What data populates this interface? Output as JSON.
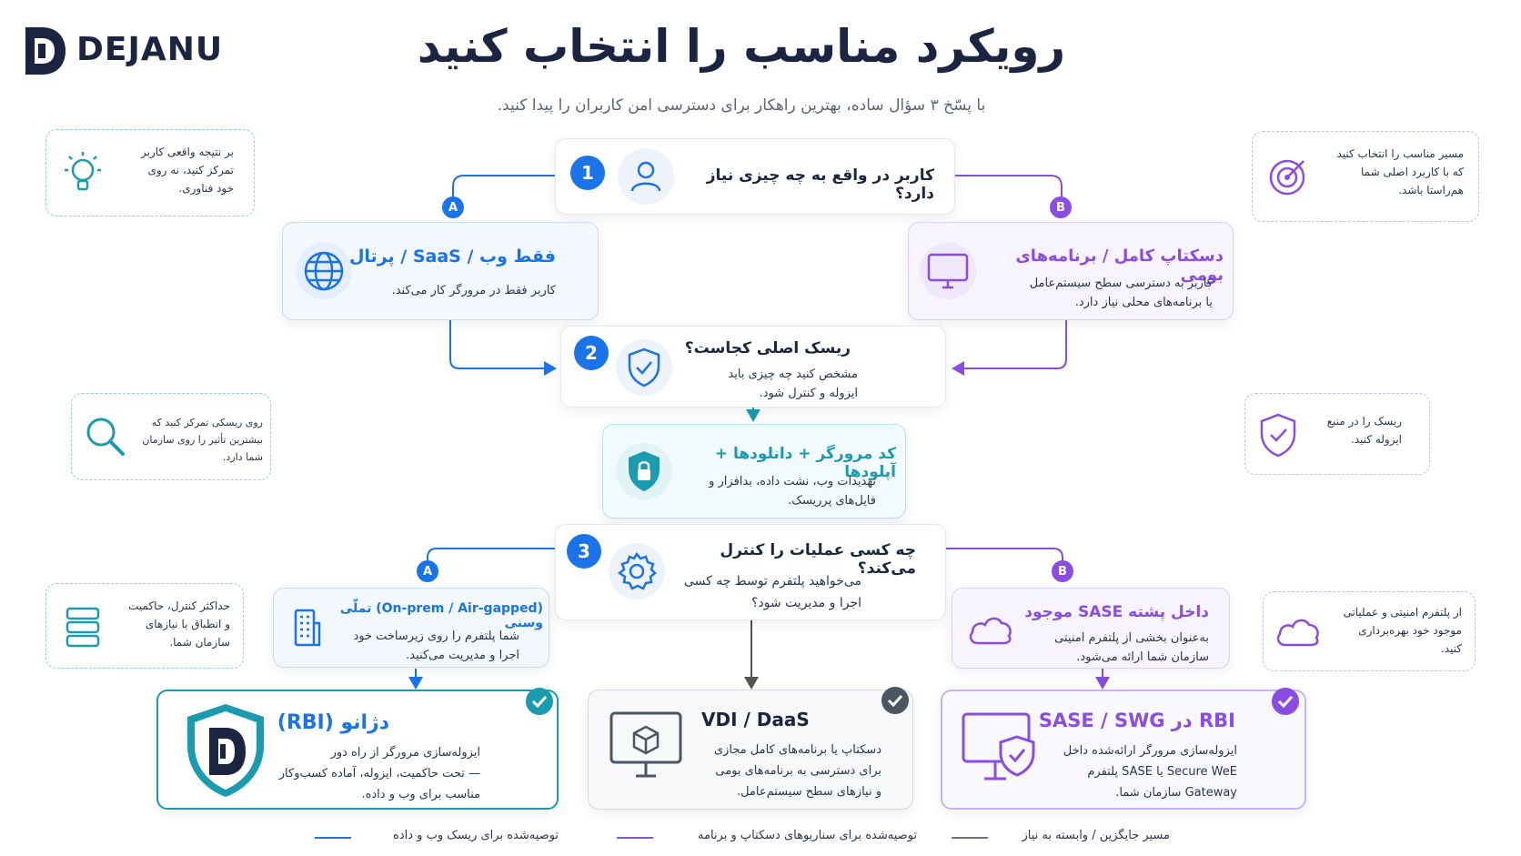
{
  "brand": {
    "name": "DEJANU"
  },
  "header": {
    "title": "رویکرد مناسب را انتخاب کنید",
    "subtitle": "با پسّخ ۳ سؤال ساده، بهترین راهکار برای دسترسی امن کاربران را پیدا کنید."
  },
  "tips": {
    "top_left": "بر نتیجه واقعی کاربر\nتمرکز کنید، نه روی\nخود فناوری.",
    "top_right": "مسیر مناسب را انتخاب کنید\nکه با کاربرد اصلی شما\nهم‌راستا باشد.",
    "mid_left": "روی ریسکی تمرکز کنید که\nبیشترین تأثیر را روی سازمان\nشما دارد.",
    "mid_right": "ریسک را در منبع\nایزوله کنید.",
    "bottom_left": "حداکثر کنترل، حاکمیت\nو انطباق با نیازهای\nسازمان شما.",
    "bottom_right": "از پلتفرم امنیتی و عملیاتی\nموجود خود بهره‌برداری\nکنید."
  },
  "questions": [
    {
      "number": "1",
      "title": "کاربر در واقع به چه چیزی نیاز دارد؟"
    },
    {
      "number": "2",
      "title": "ریسک اصلی کجاست؟",
      "subtitle": "مشخص کنید چه چیزی باید\nایزوله و کنترل شود."
    },
    {
      "number": "3",
      "title": "چه کسی عملیات را کنترل می‌کند؟",
      "subtitle": "می‌خواهید پلتفرم توسط چه کسی\nاجرا و مدیریت شود؟"
    }
  ],
  "badges": {
    "a": "A",
    "b": "B"
  },
  "options": {
    "web": {
      "title": "فقط وب / SaaS / پرتال",
      "subtitle": "کاربر فقط در مرورگر کار می‌کند."
    },
    "desktop": {
      "title": "دسکتاپ کامل / برنامه‌های بومی",
      "subtitle": "کاربر به دسترسی سطح سیستم‌عامل\nیا برنامه‌های محلی نیاز دارد."
    },
    "risk": {
      "title": "کد مرورگر + دانلودها + آپلودها",
      "subtitle": "تهدیدات وب، نشت داده، بدافزار و\nفایل‌های پرریسک."
    },
    "onprem": {
      "title": "(On-prem / Air-gapped) تملّی وسنی",
      "subtitle": "شما پلتفرم را روی زیرساخت خود\nاجرا و مدیریت می‌کنید."
    },
    "sase": {
      "title": "داخل پشته SASE موجود",
      "subtitle": "به‌عنوان بخشی از پلتفرم امنیتی\nسازمان شما ارائه می‌شود."
    }
  },
  "results": {
    "dejanu": {
      "title": "دژانو (RBI)",
      "desc": "ایزوله‌سازی مرورگر از راه دور\n— تحت حاکمیت، ایزوله، آماده کسب‌وکار\nمناسب برای وب و داده."
    },
    "vdi": {
      "title": "VDI / DaaS",
      "desc": "دسکتاپ یا برنامه‌های کامل مجازی\nبرای دسترسی به برنامه‌های بومی\nو نیازهای سطح سیستم‌عامل."
    },
    "sase": {
      "title": "RBI در SASE / SWG",
      "desc": "ایزوله‌سازی مرورگر ارائه‌شده داخل\nSecure WeE یا SASE پلتفرم\nGateway سازمان شما."
    }
  },
  "legend": [
    {
      "label": "توصیه‌شده برای ریسک وب و داده",
      "color": "#1a73e8"
    },
    {
      "label": "توصیه‌شده برای سناریوهای دسکتاپ و برنامه",
      "color": "#8b4ce0"
    },
    {
      "label": "مسیر جایگزین / وابسته به نیاز",
      "color": "#6b7280"
    }
  ],
  "colors": {
    "blue": "#1a73e8",
    "purple": "#8b4ce0",
    "teal": "#1a9bb0",
    "gray": "#6b7280",
    "navy": "#1b2440"
  }
}
